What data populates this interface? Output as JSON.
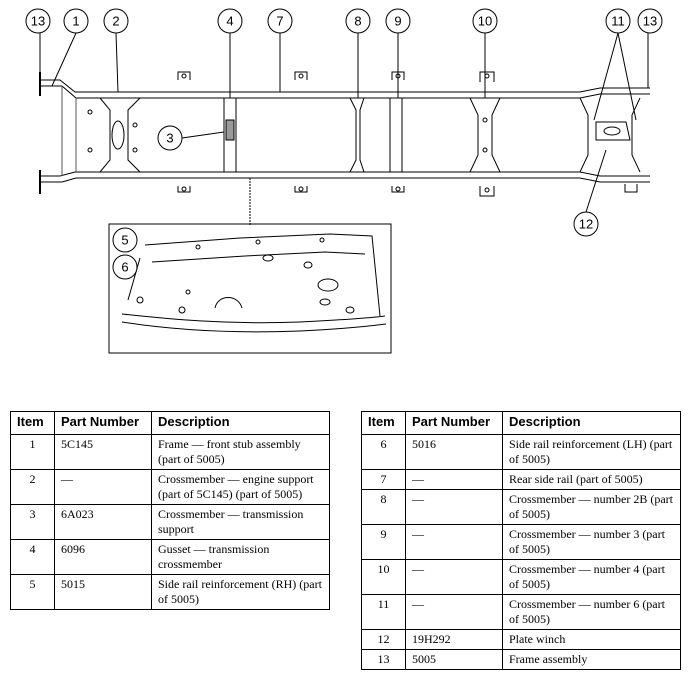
{
  "diagram": {
    "callouts": {
      "c13a": "13",
      "c1": "1",
      "c2": "2",
      "c4": "4",
      "c7": "7",
      "c8": "8",
      "c9": "9",
      "c10": "10",
      "c11": "11",
      "c13b": "13",
      "c3": "3",
      "c12": "12",
      "c5": "5",
      "c6": "6"
    }
  },
  "tables": {
    "headers": {
      "item": "Item",
      "part_number": "Part Number",
      "description": "Description"
    },
    "left": [
      {
        "item": "1",
        "part": "5C145",
        "desc": "Frame — front stub assembly (part of 5005)"
      },
      {
        "item": "2",
        "part": "—",
        "desc": "Crossmember — engine support (part of 5C145) (part of 5005)"
      },
      {
        "item": "3",
        "part": "6A023",
        "desc": "Crossmember — transmission support"
      },
      {
        "item": "4",
        "part": "6096",
        "desc": "Gusset — transmission crossmember"
      },
      {
        "item": "5",
        "part": "5015",
        "desc": "Side rail reinforcement (RH) (part of 5005)"
      }
    ],
    "right": [
      {
        "item": "6",
        "part": "5016",
        "desc": "Side rail reinforcement (LH) (part of 5005)"
      },
      {
        "item": "7",
        "part": "—",
        "desc": "Rear side rail (part of 5005)"
      },
      {
        "item": "8",
        "part": "—",
        "desc": "Crossmember — number 2B (part of 5005)"
      },
      {
        "item": "9",
        "part": "—",
        "desc": "Crossmember — number 3 (part of 5005)"
      },
      {
        "item": "10",
        "part": "—",
        "desc": "Crossmember — number 4 (part of 5005)"
      },
      {
        "item": "11",
        "part": "—",
        "desc": "Crossmember — number 6 (part of 5005)"
      },
      {
        "item": "12",
        "part": "19H292",
        "desc": "Plate winch"
      },
      {
        "item": "13",
        "part": "5005",
        "desc": "Frame assembly"
      }
    ]
  }
}
